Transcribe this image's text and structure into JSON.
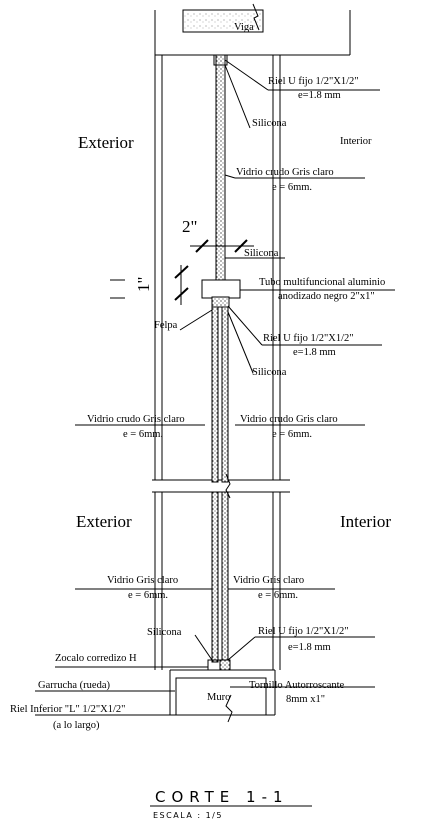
{
  "labels": {
    "viga": "Viga",
    "exterior_top": "Exterior",
    "interior_top": "Interior",
    "riel_top_1": "Riel U fijo 1/2\"X1/2\"",
    "riel_top_2": "e=1.8 mm",
    "silicona_top": "Silicona",
    "vidrio_top_1": "Vidrio crudo Gris claro",
    "vidrio_top_2": "e = 6mm.",
    "dim_2": "2\"",
    "silicona_mid": "Silicona",
    "dim_1": "1\"",
    "tubo_1": "Tubo multifuncional aluminio",
    "tubo_2": "anodizado negro 2\"x1\"",
    "felpa": "Felpa",
    "riel_mid_1": "Riel U fijo 1/2\"X1/2\"",
    "riel_mid_2": "e=1.8 mm",
    "silicona_mid2": "Silicona",
    "vidrio_left_1": "Vidrio crudo Gris claro",
    "vidrio_left_2": "e = 6mm.",
    "vidrio_right_1": "Vidrio crudo Gris claro",
    "vidrio_right_2": "e = 6mm.",
    "exterior_bottom": "Exterior",
    "interior_bottom": "Interior",
    "vidrio_gris_left_1": "Vidrio Gris claro",
    "vidrio_gris_left_2": "e = 6mm.",
    "vidrio_gris_right_1": "Vidrio Gris claro",
    "vidrio_gris_right_2": "e = 6mm.",
    "silicona_bottom": "Silicona",
    "riel_bottom_1": "Riel U fijo 1/2\"X1/2\"",
    "riel_bottom_2": "e=1.8 mm",
    "zocalo": "Zocalo corredizo  H",
    "garrucha": "Garrucha (rueda)",
    "tornillo_1": "Tornillo Autorroscante",
    "tornillo_2": "8mm x1\"",
    "muro": "Muro",
    "riel_inferior_1": "Riel Inferior \"L\" 1/2\"X1/2\"",
    "riel_inferior_2": "(a lo largo)",
    "title": "CORTE 1-1",
    "scale": "ESCALA : 1/5"
  }
}
